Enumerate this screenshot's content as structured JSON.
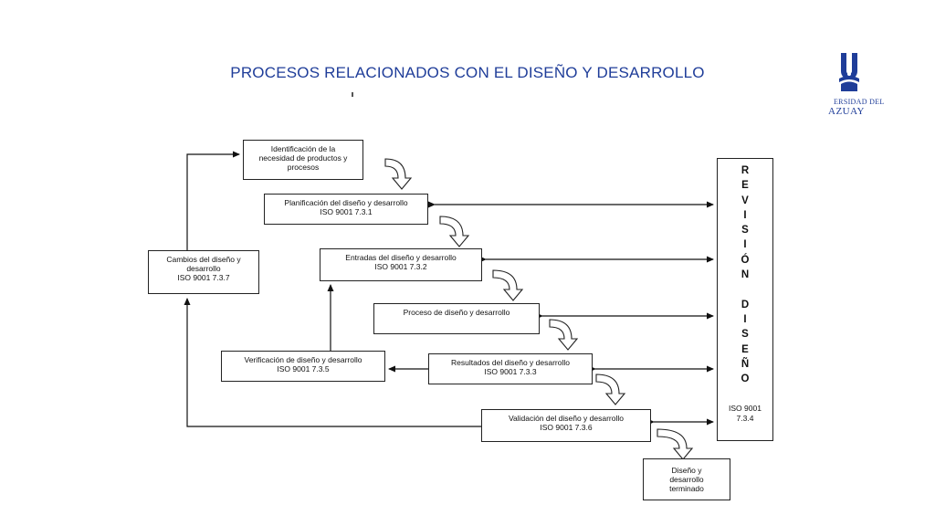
{
  "slide": {
    "title": "PROCESOS RELACIONADOS CON EL DISEÑO Y DESARROLLO"
  },
  "logo": {
    "line1": "ERSIDAD DEL",
    "line2": "AZUAY",
    "color": "#1f3d99"
  },
  "diagram": {
    "boxes": {
      "identificacion": [
        "Identificación de la",
        "necesidad de productos y",
        "procesos"
      ],
      "planificacion": [
        "Planificación del diseño y desarrollo",
        "ISO 9001 7.3.1"
      ],
      "entradas": [
        "Entradas del diseño y desarrollo",
        "ISO 9001 7.3.2"
      ],
      "proceso": [
        "Proceso de diseño y desarrollo"
      ],
      "resultados": [
        "Resultados del diseño y desarrollo",
        "ISO 9001 7.3.3"
      ],
      "verificacion": [
        "Verificación de diseño y desarrollo",
        "ISO 9001 7.3.5"
      ],
      "validacion": [
        "Validación del diseño y desarrollo",
        "ISO 9001 7.3.6"
      ],
      "cambios": [
        "Cambios del diseño y",
        "desarrollo",
        "ISO 9001 7.3.7"
      ],
      "terminado": [
        "Diseño y",
        "desarrollo",
        "terminado"
      ]
    },
    "revision": {
      "letters": [
        "R",
        "E",
        "V",
        "I",
        "S",
        "I",
        "Ó",
        "N",
        "",
        "D",
        "I",
        "S",
        "E",
        "Ñ",
        "O"
      ],
      "code": [
        "ISO 9001",
        "7.3.4"
      ]
    }
  }
}
